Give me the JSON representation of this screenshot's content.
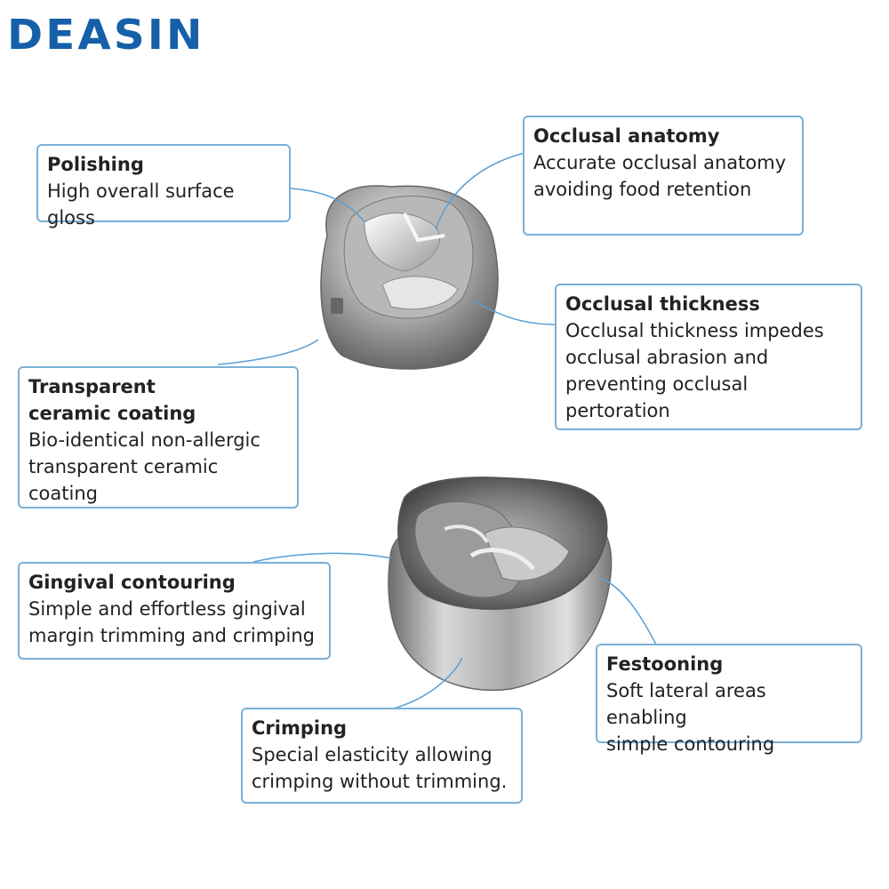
{
  "brand": {
    "logo_text": "DEASIN",
    "color": "#1560a8"
  },
  "accent": {
    "callout_border": "#7ab0d8",
    "leader_line": "#5a9fd4"
  },
  "images": {
    "top": "stainless-steel-crown-occlusal-view",
    "bottom": "stainless-steel-crown-inner-view"
  },
  "callouts": {
    "polishing": {
      "title": "Polishing",
      "desc": [
        "High overall surface gloss"
      ]
    },
    "occlusal_anatomy": {
      "title": "Occlusal anatomy",
      "desc": [
        "Accurate occlusal anatomy",
        "avoiding food retention"
      ]
    },
    "occlusal_thickness": {
      "title": "Occlusal thickness",
      "desc": [
        "Occlusal thickness impedes",
        "occlusal abrasion and",
        "preventing occlusal pertoration"
      ]
    },
    "transparent_coating": {
      "title_lines": [
        "Transparent",
        "ceramic coating"
      ],
      "desc": [
        "Bio-identical non-allergic",
        "transparent ceramic coating"
      ]
    },
    "gingival_contouring": {
      "title": "Gingival contouring",
      "desc": [
        "Simple and effortless gingival",
        "margin trimming and crimping"
      ]
    },
    "festooning": {
      "title": "Festooning",
      "desc": [
        "Soft lateral areas enabling",
        "simple contouring"
      ]
    },
    "crimping": {
      "title": "Crimping",
      "desc": [
        "Special elasticity allowing",
        "crimping without trimming."
      ]
    }
  }
}
